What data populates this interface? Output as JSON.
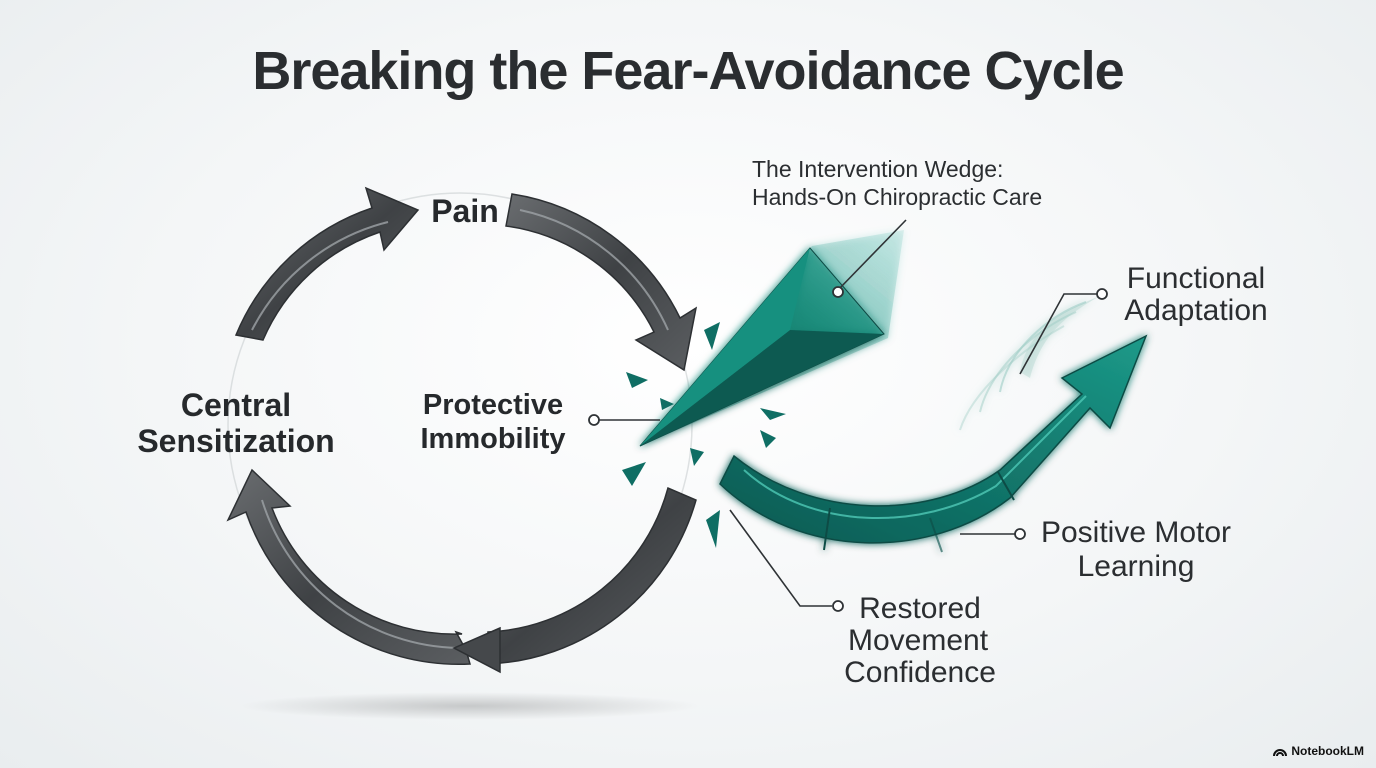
{
  "title": "Breaking the Fear-Avoidance Cycle",
  "cycle": {
    "pain": "Pain",
    "protective_immobility": [
      "Protective",
      "Immobility"
    ],
    "central_sensitization": [
      "Central",
      "Sensitization"
    ]
  },
  "intervention": [
    "The Intervention Wedge:",
    "Hands-On Chiropractic Care"
  ],
  "outcomes": {
    "restored": [
      "Restored",
      "Movement",
      "Confidence"
    ],
    "positive": [
      "Positive Motor",
      "Learning"
    ],
    "functional": [
      "Functional",
      "Adaptation"
    ]
  },
  "brand": "NotebookLM",
  "colors": {
    "cycle_arrow": "#4a4d50",
    "teal": "#0f6e64",
    "teal_light": "#1fa594",
    "line": "#2f3336"
  }
}
